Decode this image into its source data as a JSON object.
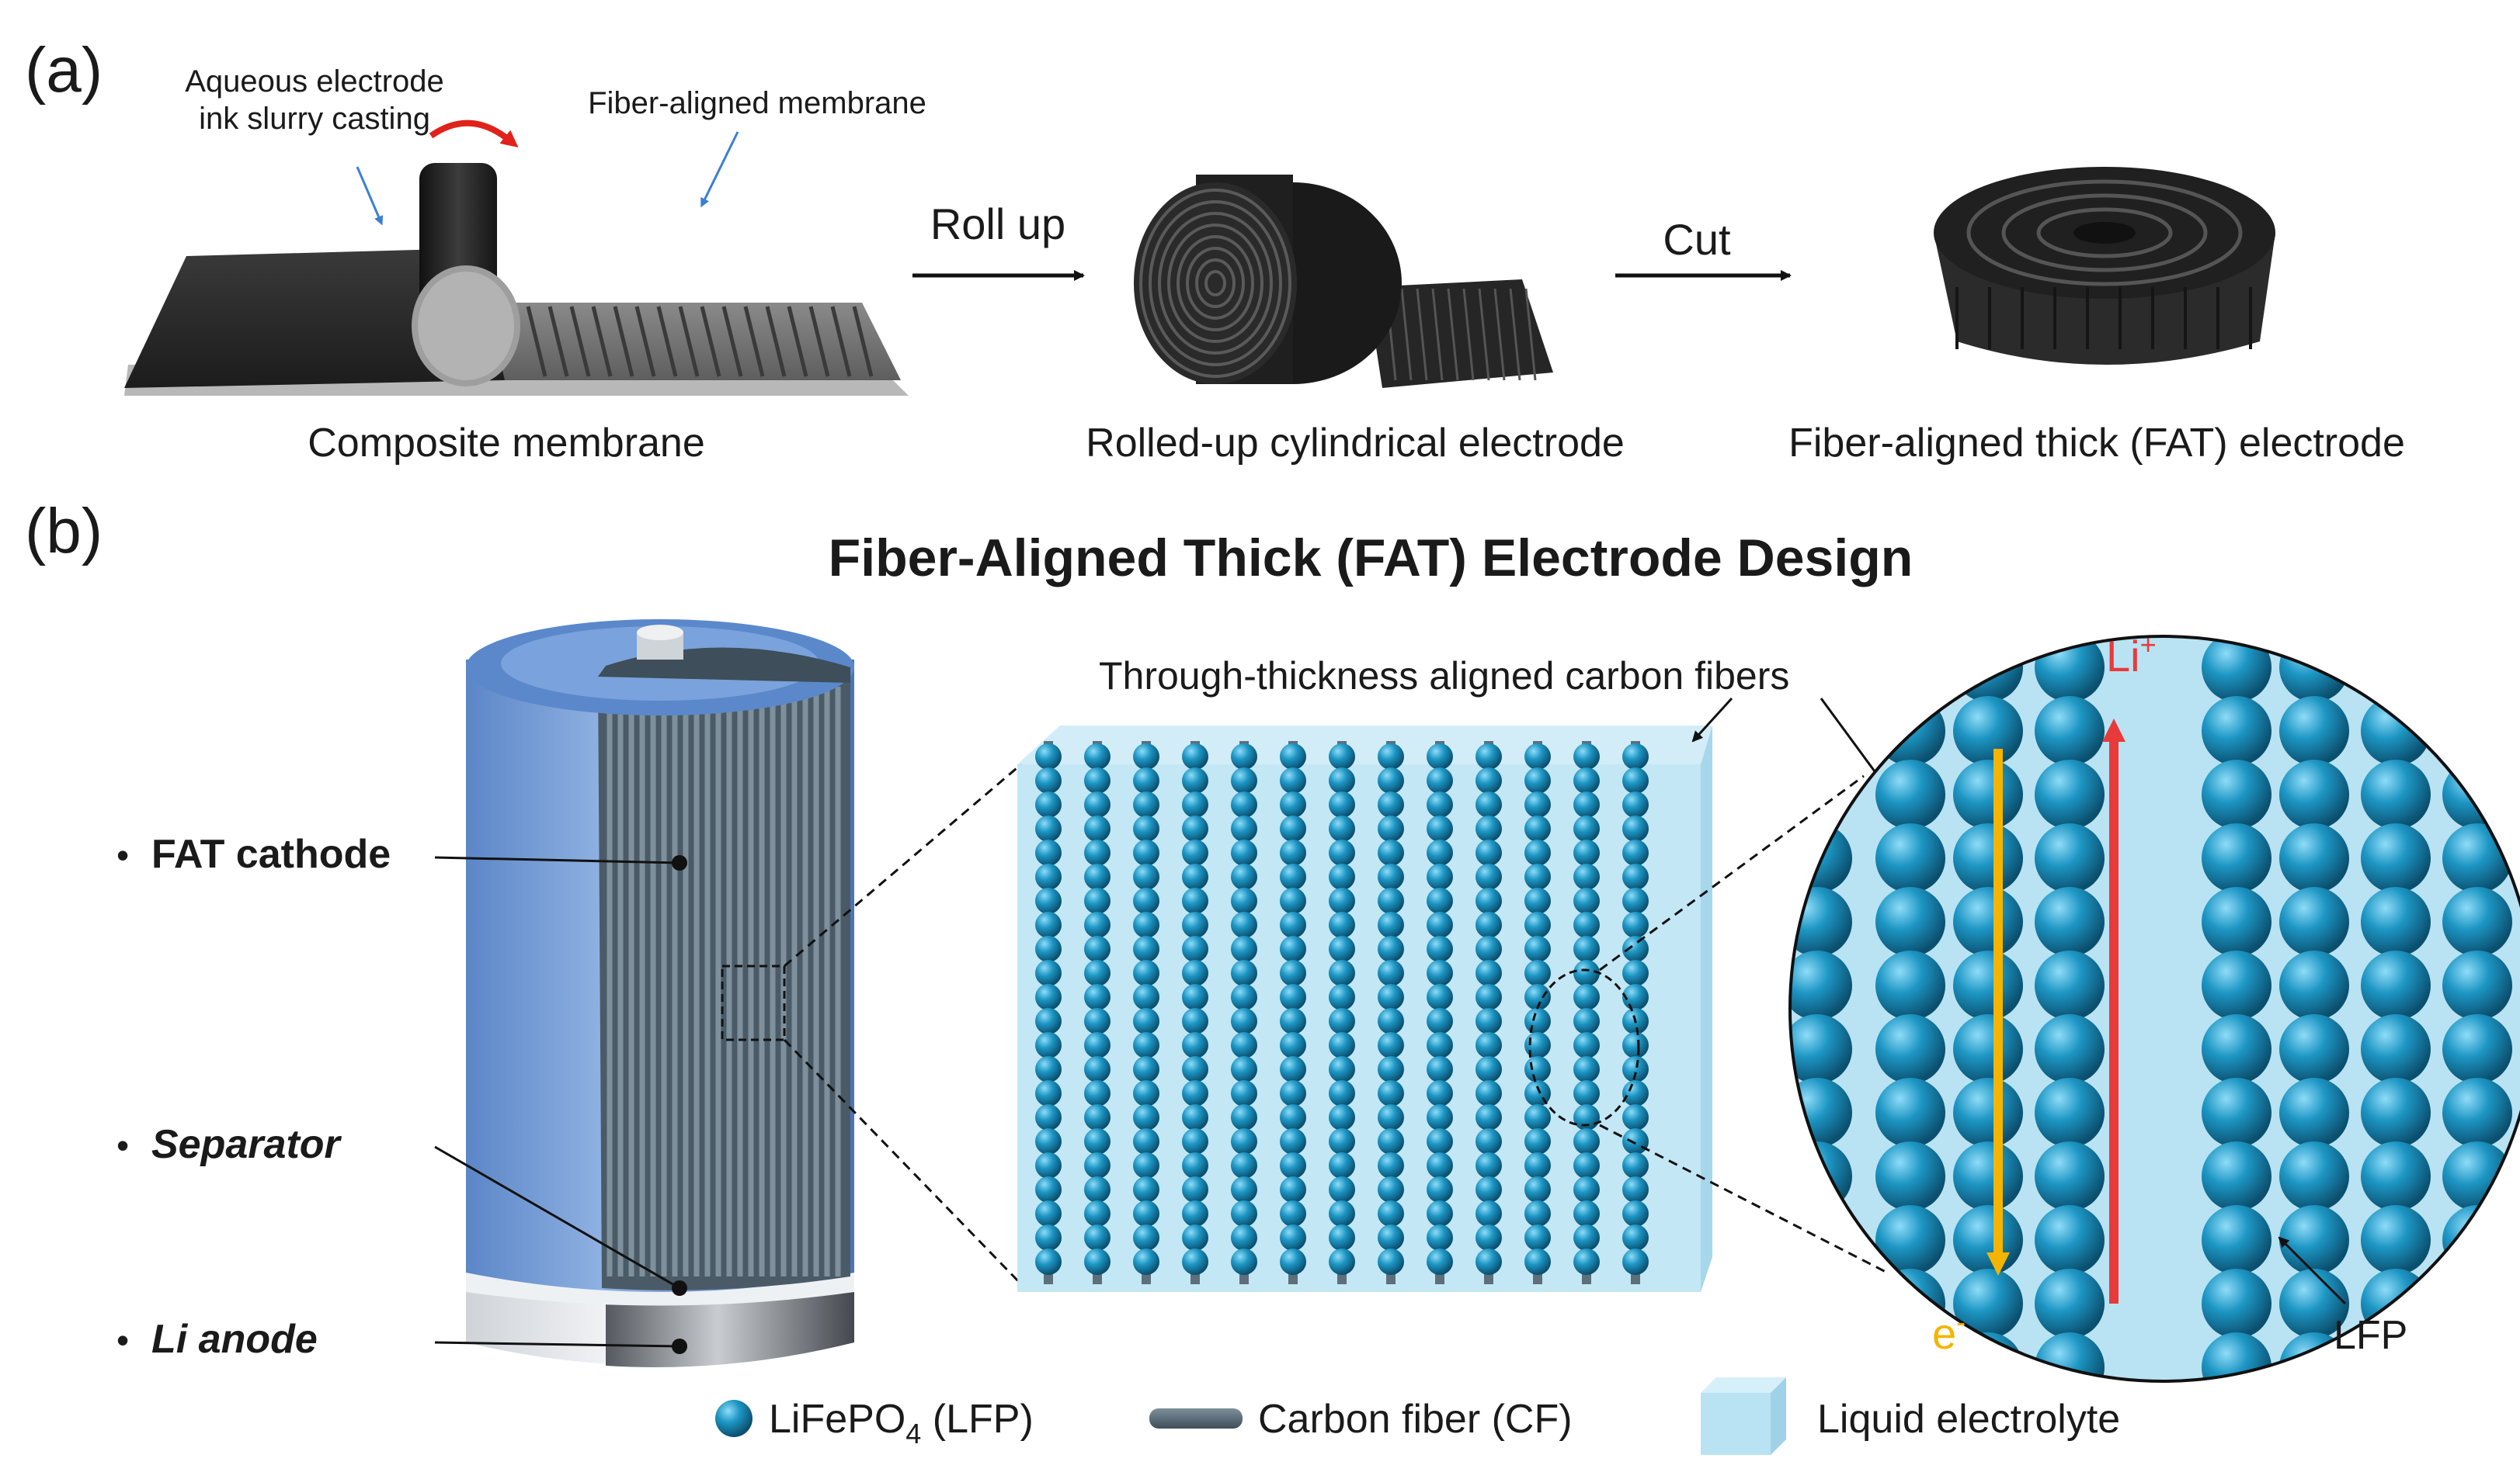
{
  "panel_a": {
    "label": "(a)",
    "annotations": {
      "slurry_line1": "Aqueous electrode",
      "slurry_line2": "ink slurry casting",
      "membrane": "Fiber-aligned membrane"
    },
    "steps": {
      "roll_up": "Roll up",
      "cut": "Cut"
    },
    "captions": {
      "composite": "Composite membrane",
      "rolled": "Rolled-up cylindrical electrode",
      "fat": "Fiber-aligned thick (FAT) electrode"
    }
  },
  "panel_b": {
    "label": "(b)",
    "title": "Fiber-Aligned Thick (FAT) Electrode Design",
    "callouts": {
      "cathode": "FAT cathode",
      "separator": "Separator",
      "anode": "Li anode",
      "fibers": "Through-thickness aligned carbon fibers",
      "li_ion_base": "Li",
      "li_ion_sup": "+",
      "electron_base": "e",
      "electron_sup": "-",
      "lfp": "LFP"
    },
    "bullet": "•"
  },
  "legend": {
    "lfp_a": "LiFePO",
    "lfp_sub": "4",
    "lfp_b": " (LFP)",
    "cf": "Carbon fiber (CF)",
    "electrolyte": "Liquid electrolyte"
  },
  "colors": {
    "lfp_particle": "#1d96c4",
    "electrolyte": "#b9e3f3",
    "fiber": "#5d6f7b",
    "li_arrow": "#e83a3a",
    "e_arrow": "#f4b400",
    "rotate_arrow": "#e0221a",
    "pointer_blue": "#3b7fd4"
  }
}
